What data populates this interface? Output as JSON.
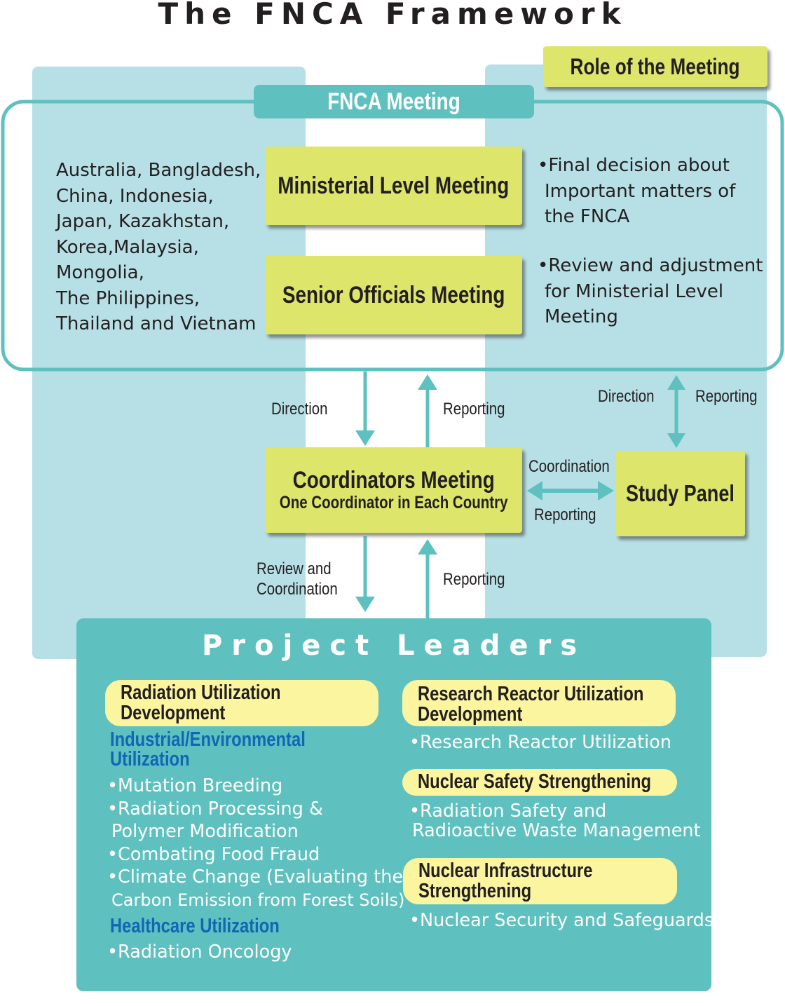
{
  "title": "The FNCA Framework",
  "role_label": "Role of the Meeting",
  "fnca_meeting_label": "FNCA Meeting",
  "countries": [
    "Australia, Bangladesh,",
    "China, Indonesia,",
    "Japan, Kazakhstan,",
    "Korea,Malaysia,",
    "Mongolia,",
    "The Philippines,",
    "Thailand and Vietnam"
  ],
  "ministerial": "Ministerial Level Meeting",
  "senior": "Senior Officials Meeting",
  "roles": {
    "ministerial": [
      "•Final decision about",
      "Important matters of",
      "the FNCA"
    ],
    "senior": [
      "•Review and adjustment",
      "for Ministerial Level",
      "Meeting"
    ]
  },
  "arrows": {
    "direction_1": "Direction",
    "reporting_1": "Reporting",
    "direction_2": "Direction",
    "reporting_2": "Reporting",
    "coordination": "Coordination",
    "reporting_3": "Reporting",
    "review_1": "Review and",
    "review_2": "Coordination",
    "reporting_4": "Reporting"
  },
  "coordinators": {
    "title": "Coordinators Meeting",
    "subtitle": "One Coordinator in Each Country"
  },
  "study_panel": "Study Panel",
  "project_leaders": {
    "title": "Project Leaders",
    "radiation": {
      "heading_1": "Radiation Utilization",
      "heading_2": "Development",
      "industrial_1": "Industrial/Environmental",
      "industrial_2": "Utilization",
      "items": [
        "•Mutation Breeding",
        "•Radiation Processing &",
        " Polymer Modification",
        "•Combating Food Fraud",
        "•Climate Change (Evaluating the",
        " Carbon Emission from Forest Soils)"
      ],
      "healthcare": "Healthcare Utilization",
      "healthcare_items": [
        "•Radiation Oncology"
      ]
    },
    "reactor": {
      "heading_1": "Research Reactor Utilization",
      "heading_2": "Development",
      "items": [
        "•Research Reactor Utilization"
      ]
    },
    "safety": {
      "heading": "Nuclear Safety Strengthening",
      "items": [
        "•Radiation Safety and",
        " Radioactive Waste Management"
      ]
    },
    "infrastructure": {
      "heading_1": "Nuclear Infrastructure",
      "heading_2": "Strengthening",
      "items": [
        "•Nuclear Security and Safeguards"
      ]
    }
  },
  "colors": {
    "teal": "#5fc1bf",
    "light_blue": "#b7e0e6",
    "yellow_green": "#dde66a",
    "pale_yellow": "#fbf5a0",
    "blue_text": "#1266b3"
  }
}
